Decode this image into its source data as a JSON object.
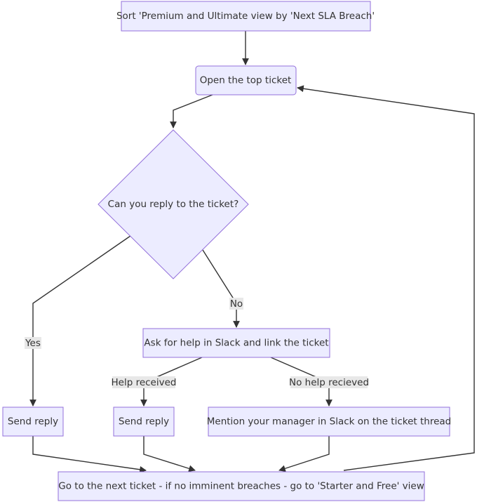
{
  "nodes": {
    "sort": "Sort 'Premium and Ultimate view by 'Next SLA Breach'",
    "open": "Open the top ticket",
    "decision": "Can you reply to the ticket?",
    "ask": "Ask for help in Slack and link the ticket",
    "reply_yes": "Send reply",
    "reply_help": "Send reply",
    "mention": "Mention your manager in Slack on the ticket thread",
    "next": "Go to the next ticket - if no imminent breaches - go to 'Starter and Free' view"
  },
  "edges": {
    "yes": "Yes",
    "no": "No",
    "help_received": "Help received",
    "no_help": "No help recieved"
  },
  "colors": {
    "node_fill": "#ececff",
    "node_stroke": "#9370db",
    "edge_stroke": "#333333",
    "edge_label_bg": "#e8e8e8",
    "text": "#333333"
  }
}
